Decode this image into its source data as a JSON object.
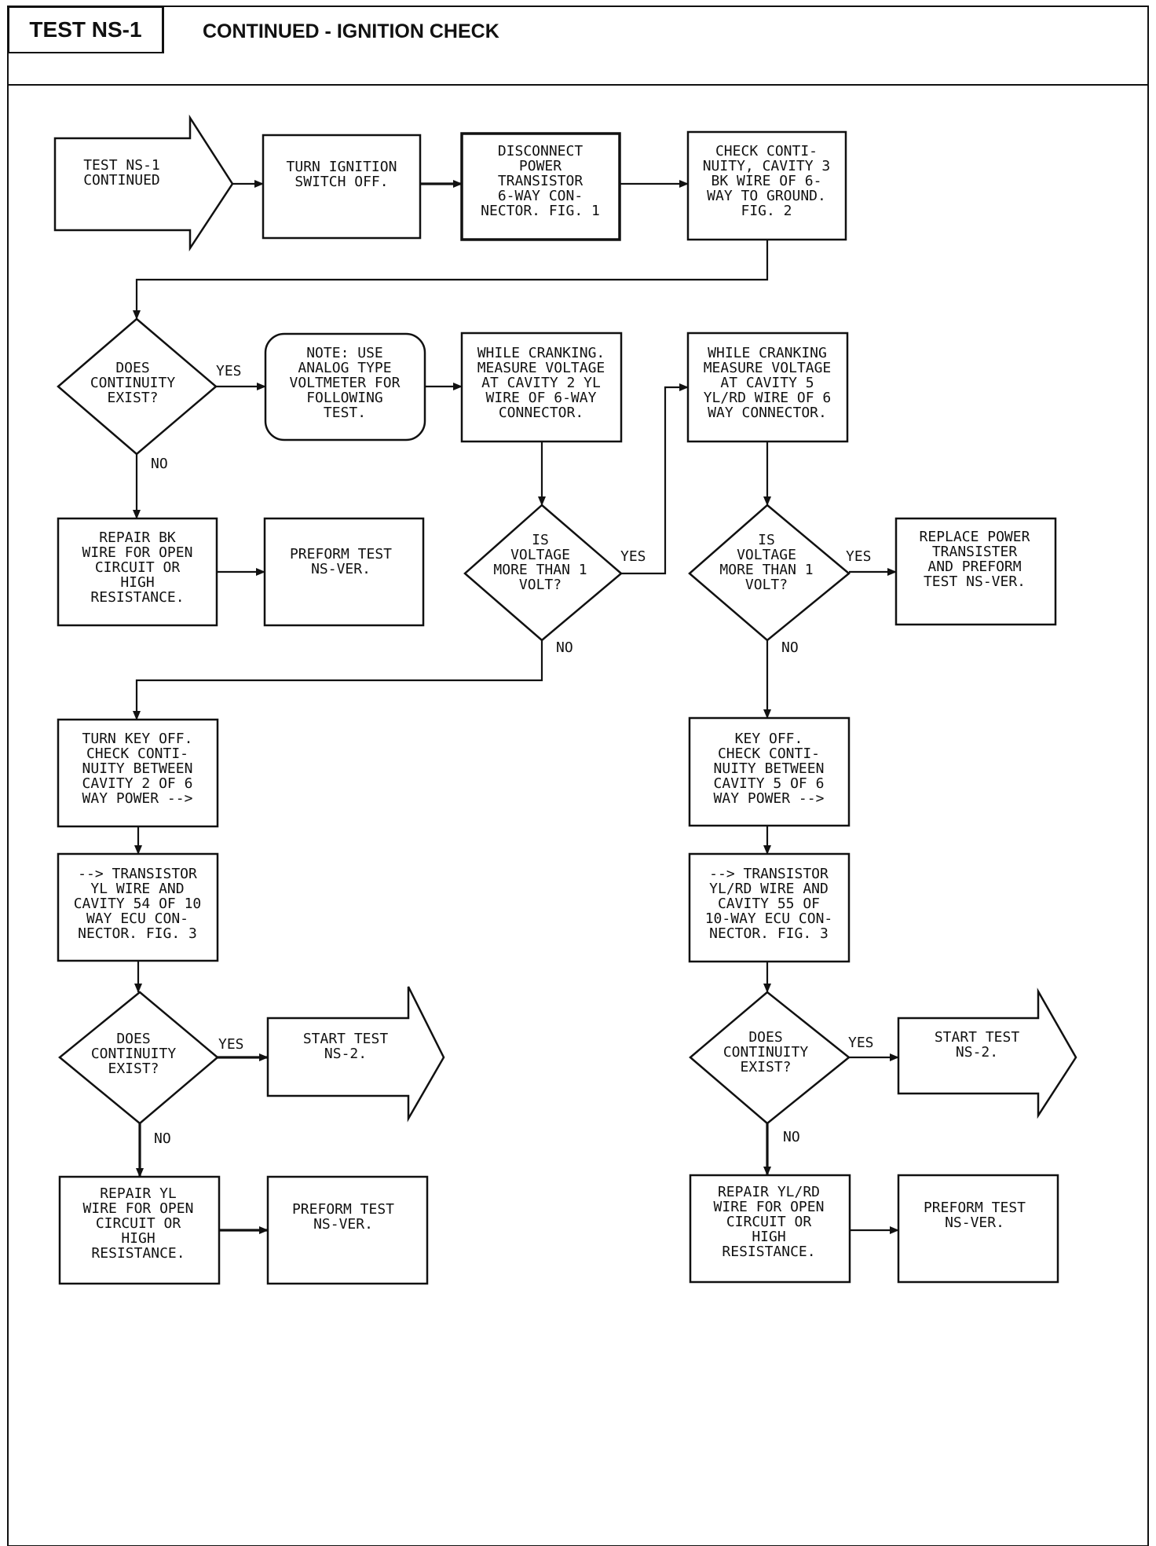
{
  "header": {
    "test_label": "TEST NS-1",
    "title": "CONTINUED - IGNITION CHECK"
  },
  "flowchart": {
    "start_arrow": "TEST NS-1\nCONTINUED",
    "step_ignition_off": "TURN IGNITION\nSWITCH OFF.",
    "step_disconnect": "DISCONNECT\nPOWER\nTRANSISTOR\n6-WAY CON-\nNECTOR. FIG. 1",
    "step_check_continuity": "CHECK CONTI-\nNUITY, CAVITY 3\nBK WIRE OF 6-\nWAY TO GROUND.\nFIG. 2",
    "decision_continuity_1": "DOES\nCONTINUITY\nEXIST?",
    "note_voltmeter": "NOTE: USE\nANALOG TYPE\nVOLTMETER FOR\nFOLLOWING\nTEST.",
    "step_measure_cavity2": "WHILE CRANKING.\nMEASURE VOLTAGE\nAT CAVITY 2 YL\nWIRE OF 6-WAY\nCONNECTOR.",
    "step_measure_cavity5": "WHILE CRANKING\nMEASURE VOLTAGE\nAT CAVITY 5\nYL/RD WIRE OF 6\nWAY CONNECTOR.",
    "step_repair_bk": "REPAIR BK\nWIRE FOR OPEN\nCIRCUIT OR\nHIGH\nRESISTANCE.",
    "step_perform_ver_1": "PREFORM TEST\nNS-VER.",
    "decision_voltage_1": "IS\nVOLTAGE\nMORE THAN 1\nVOLT?",
    "decision_voltage_2": "IS\nVOLTAGE\nMORE THAN 1\nVOLT?",
    "step_replace_transistor": "REPLACE POWER\nTRANSISTER\nAND PREFORM\nTEST NS-VER.",
    "step_key_off_left": "TURN KEY OFF.\nCHECK CONTI-\nNUITY BETWEEN\nCAVITY 2 OF 6\nWAY POWER -->",
    "step_key_off_right": "KEY OFF.\nCHECK CONTI-\nNUITY BETWEEN\nCAVITY 5 OF 6\nWAY POWER -->",
    "step_transistor_left": "--> TRANSISTOR\nYL WIRE AND\nCAVITY 54 OF 10\nWAY ECU CON-\nNECTOR. FIG. 3",
    "step_transistor_right": "--> TRANSISTOR\nYL/RD WIRE AND\nCAVITY 55 OF\n10-WAY ECU CON-\nNECTOR. FIG. 3",
    "decision_continuity_2": "DOES\nCONTINUITY\nEXIST?",
    "decision_continuity_3": "DOES\nCONTINUITY\nEXIST?",
    "start_ns2_left": "START TEST\nNS-2.",
    "start_ns2_right": "START TEST\nNS-2.",
    "step_repair_yl": "REPAIR YL\nWIRE FOR OPEN\nCIRCUIT OR\nHIGH\nRESISTANCE.",
    "step_repair_ylrd": "REPAIR YL/RD\nWIRE FOR OPEN\nCIRCUIT OR\nHIGH\nRESISTANCE.",
    "step_perform_ver_2": "PREFORM TEST\nNS-VER.",
    "step_perform_ver_3": "PREFORM TEST\nNS-VER.",
    "yes": "YES",
    "no": "NO"
  }
}
